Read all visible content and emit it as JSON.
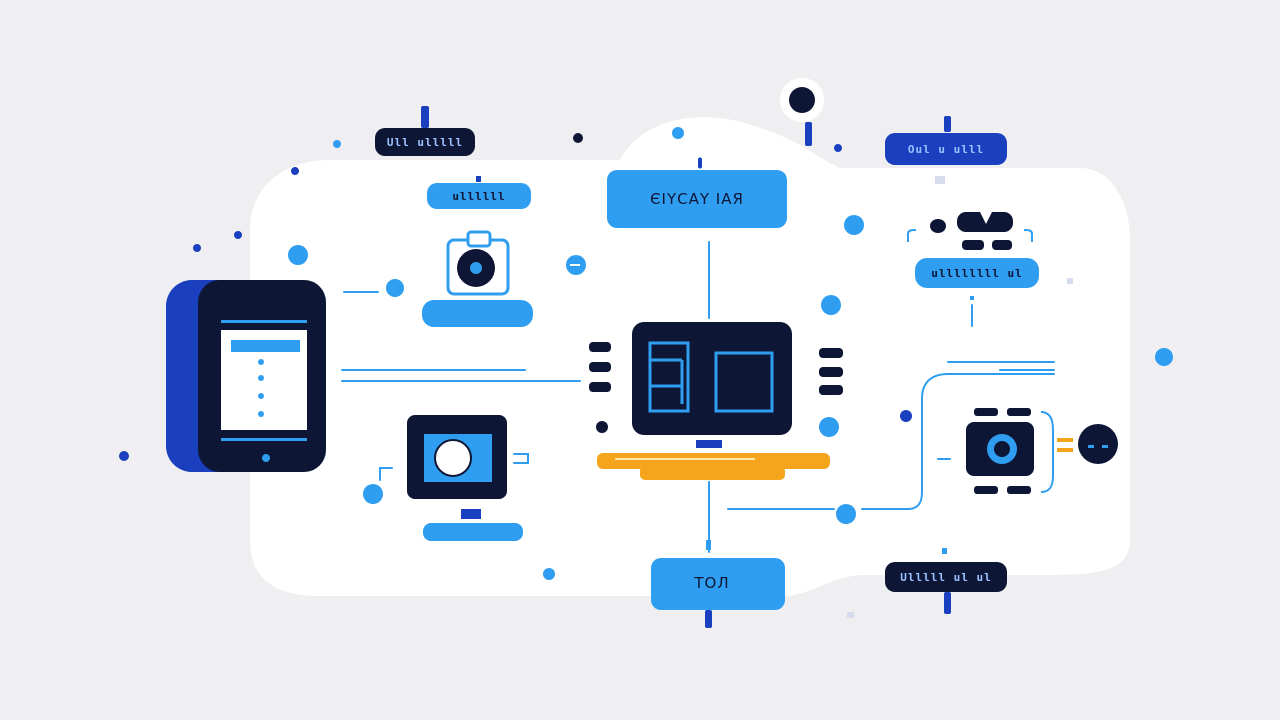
{
  "colors": {
    "background": "#efeff1",
    "cloud": "#ffffff",
    "navy": "#0e1636",
    "sky": "#2f9df0",
    "royal": "#1a3fbf",
    "amber": "#f4a51c"
  },
  "labels": {
    "top_left": "Ull ulllll",
    "left_pill": "ullllll",
    "main": "ЄІҮСАҮ ІАЯ",
    "top_right": "Oul u ulll",
    "right_pill": "ullllllll ul",
    "bottom": "TOЛ",
    "bottom_right": "Ulllll ul ul"
  },
  "icons": [
    "smartphone-icon",
    "camera-icon",
    "monitor-icon",
    "desktop-icon",
    "gamepad-icon",
    "sensor-icon",
    "node-icon"
  ]
}
